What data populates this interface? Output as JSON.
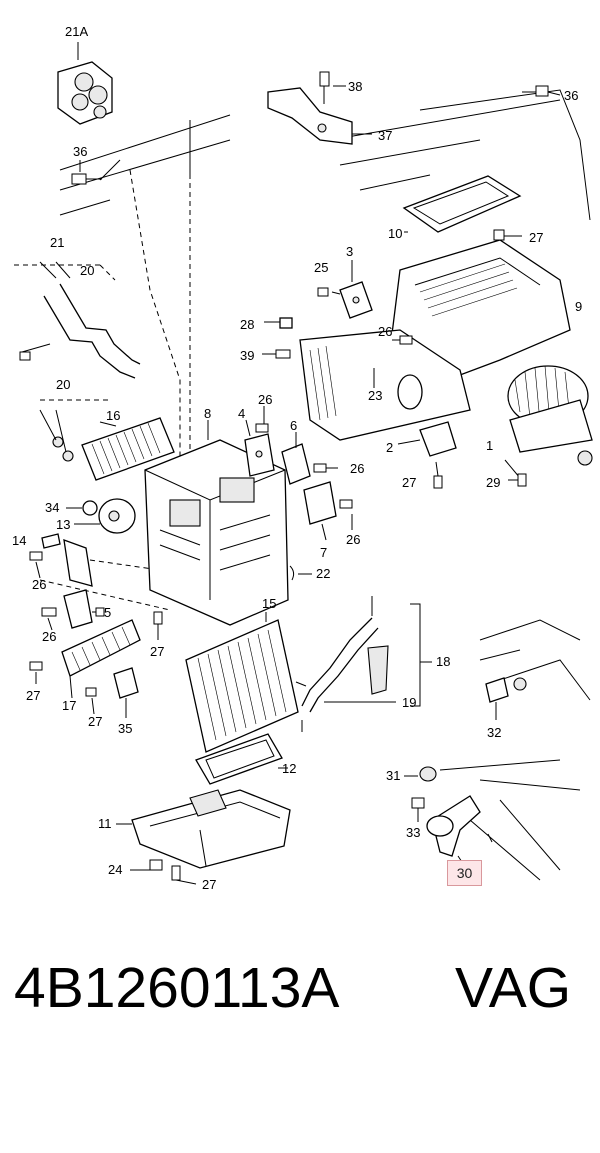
{
  "callouts": [
    "21A",
    "38",
    "36",
    "37",
    "36",
    "21",
    "20",
    "10",
    "27",
    "3",
    "25",
    "9",
    "28",
    "26",
    "39",
    "23",
    "20",
    "16",
    "8",
    "4",
    "26",
    "6",
    "2",
    "1",
    "26",
    "27",
    "29",
    "34",
    "13",
    "14",
    "26",
    "7",
    "26",
    "22",
    "5",
    "15",
    "26",
    "27",
    "27",
    "18",
    "17",
    "27",
    "35",
    "19",
    "32",
    "12",
    "31",
    "33",
    "11",
    "24",
    "27"
  ],
  "highlighted_callout": "30",
  "part_number": "4B1260113A",
  "brand": "VAG"
}
